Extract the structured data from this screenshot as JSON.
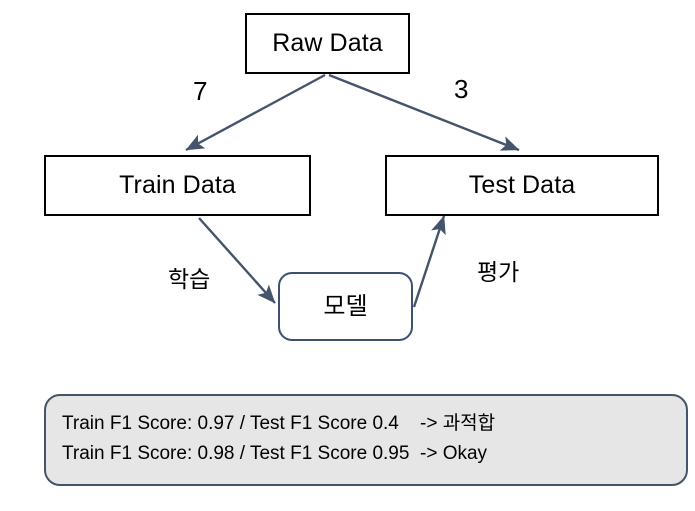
{
  "diagram": {
    "title": "Train/Test split and model evaluation flow",
    "colors": {
      "box_border": "#000000",
      "box_fill": "#ffffff",
      "connector": "#44546a",
      "rounded_node_border": "#3c5071",
      "callout_fill": "#e7e6e6",
      "callout_border": "#44546a",
      "text": "#000000"
    },
    "nodes": [
      {
        "id": "raw-data",
        "label": "Raw Data",
        "shape": "rectangle"
      },
      {
        "id": "train-data",
        "label": "Train Data",
        "shape": "rectangle"
      },
      {
        "id": "test-data",
        "label": "Test Data",
        "shape": "rectangle"
      },
      {
        "id": "model",
        "label": "모델",
        "shape": "rounded-rectangle"
      }
    ],
    "edge_labels": {
      "train_ratio": "7",
      "test_ratio": "3",
      "fit": "학습",
      "evaluate": "평가"
    },
    "edges": [
      {
        "from": "raw-data",
        "to": "train-data",
        "label": "7"
      },
      {
        "from": "raw-data",
        "to": "test-data",
        "label": "3"
      },
      {
        "from": "train-data",
        "to": "model",
        "label": "학습"
      },
      {
        "from": "model",
        "to": "test-data",
        "label": "평가"
      }
    ]
  },
  "results": {
    "lines": [
      "Train F1 Score: 0.97 / Test F1 Score 0.4    -> 과적합",
      "Train F1 Score: 0.98 / Test F1 Score 0.95  -> Okay"
    ]
  }
}
